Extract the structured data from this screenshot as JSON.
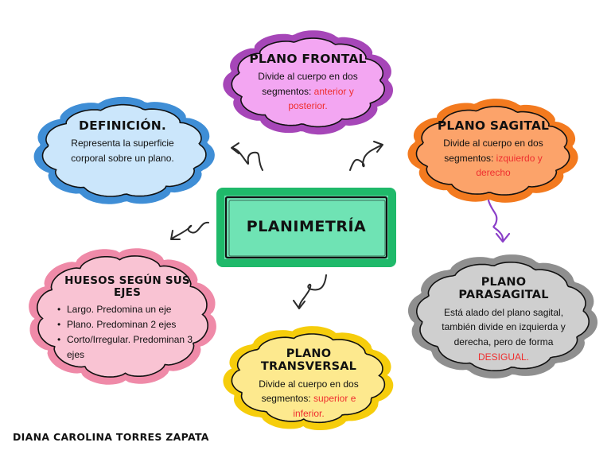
{
  "center": {
    "title": "PLANIMETRÍA",
    "fill": "#6fe3b4",
    "stroke": "#1fb96a"
  },
  "nodes": {
    "frontal": {
      "title": "PLANO FRONTAL",
      "text": "Divide al cuerpo en dos segmentos: ",
      "highlight": "anterior y posterior.",
      "fill": "#f3a6f2",
      "stroke": "#a646b8"
    },
    "definicion": {
      "title": "DEFINICIÓN.",
      "text": "Representa la superficie corporal sobre un plano.",
      "fill": "#cbe6fb",
      "stroke": "#3f8ed6"
    },
    "sagital": {
      "title": "PLANO SAGITAL",
      "text": "Divide al cuerpo en dos segmentos: ",
      "highlight": "izquierdo y derecho",
      "fill": "#fca36a",
      "stroke": "#f37a1f"
    },
    "huesos": {
      "title": "HUESOS SEGÚN SUS EJES",
      "items": [
        "Largo. Predomina un eje",
        "Plano. Predominan 2 ejes",
        "Corto/Irregular. Predominan 3 ejes"
      ],
      "fill": "#f9c3d3",
      "stroke": "#ef8aa8"
    },
    "parasagital": {
      "title": "PLANO PARASAGITAL",
      "text": "Está alado del plano sagital, también divide en izquierda y derecha, pero de forma ",
      "highlight": "DESIGUAL.",
      "fill": "#cfcfcf",
      "stroke": "#8f8f8f"
    },
    "transversal": {
      "title": "PLANO TRANSVERSAL",
      "text": "Divide al cuerpo en dos segmentos: ",
      "highlight": "superior e inferior.",
      "fill": "#fde98e",
      "stroke": "#f6cd0b"
    }
  },
  "colors": {
    "highlight": "#ef2f2f",
    "arrow": "#2a2a2a",
    "accent_arrow": "#8a3fc8"
  },
  "author": "DIANA CAROLINA TORRES ZAPATA"
}
